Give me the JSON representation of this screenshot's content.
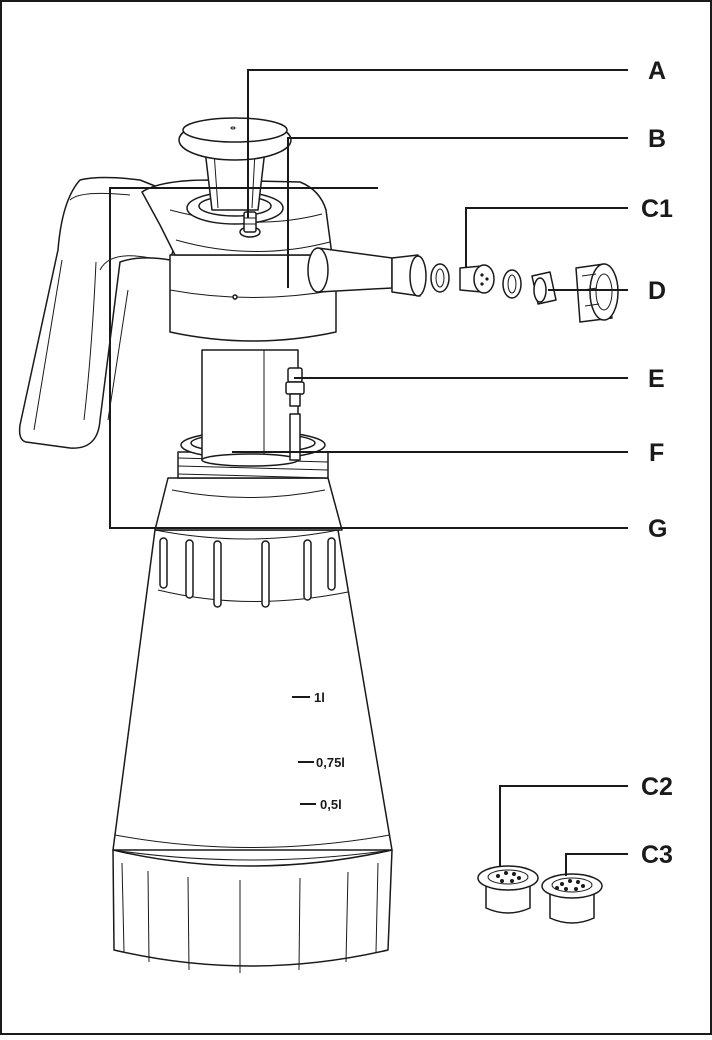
{
  "colors": {
    "line": "#1a1a1a",
    "background": "#ffffff"
  },
  "labels": {
    "A": "A",
    "B": "B",
    "C1": "C1",
    "D": "D",
    "E": "E",
    "F": "F",
    "G": "G",
    "C2": "C2",
    "C3": "C3"
  },
  "scale": {
    "one_litre": "1l",
    "three_quarter_litre": "0,75l",
    "half_litre": "0,5l"
  }
}
